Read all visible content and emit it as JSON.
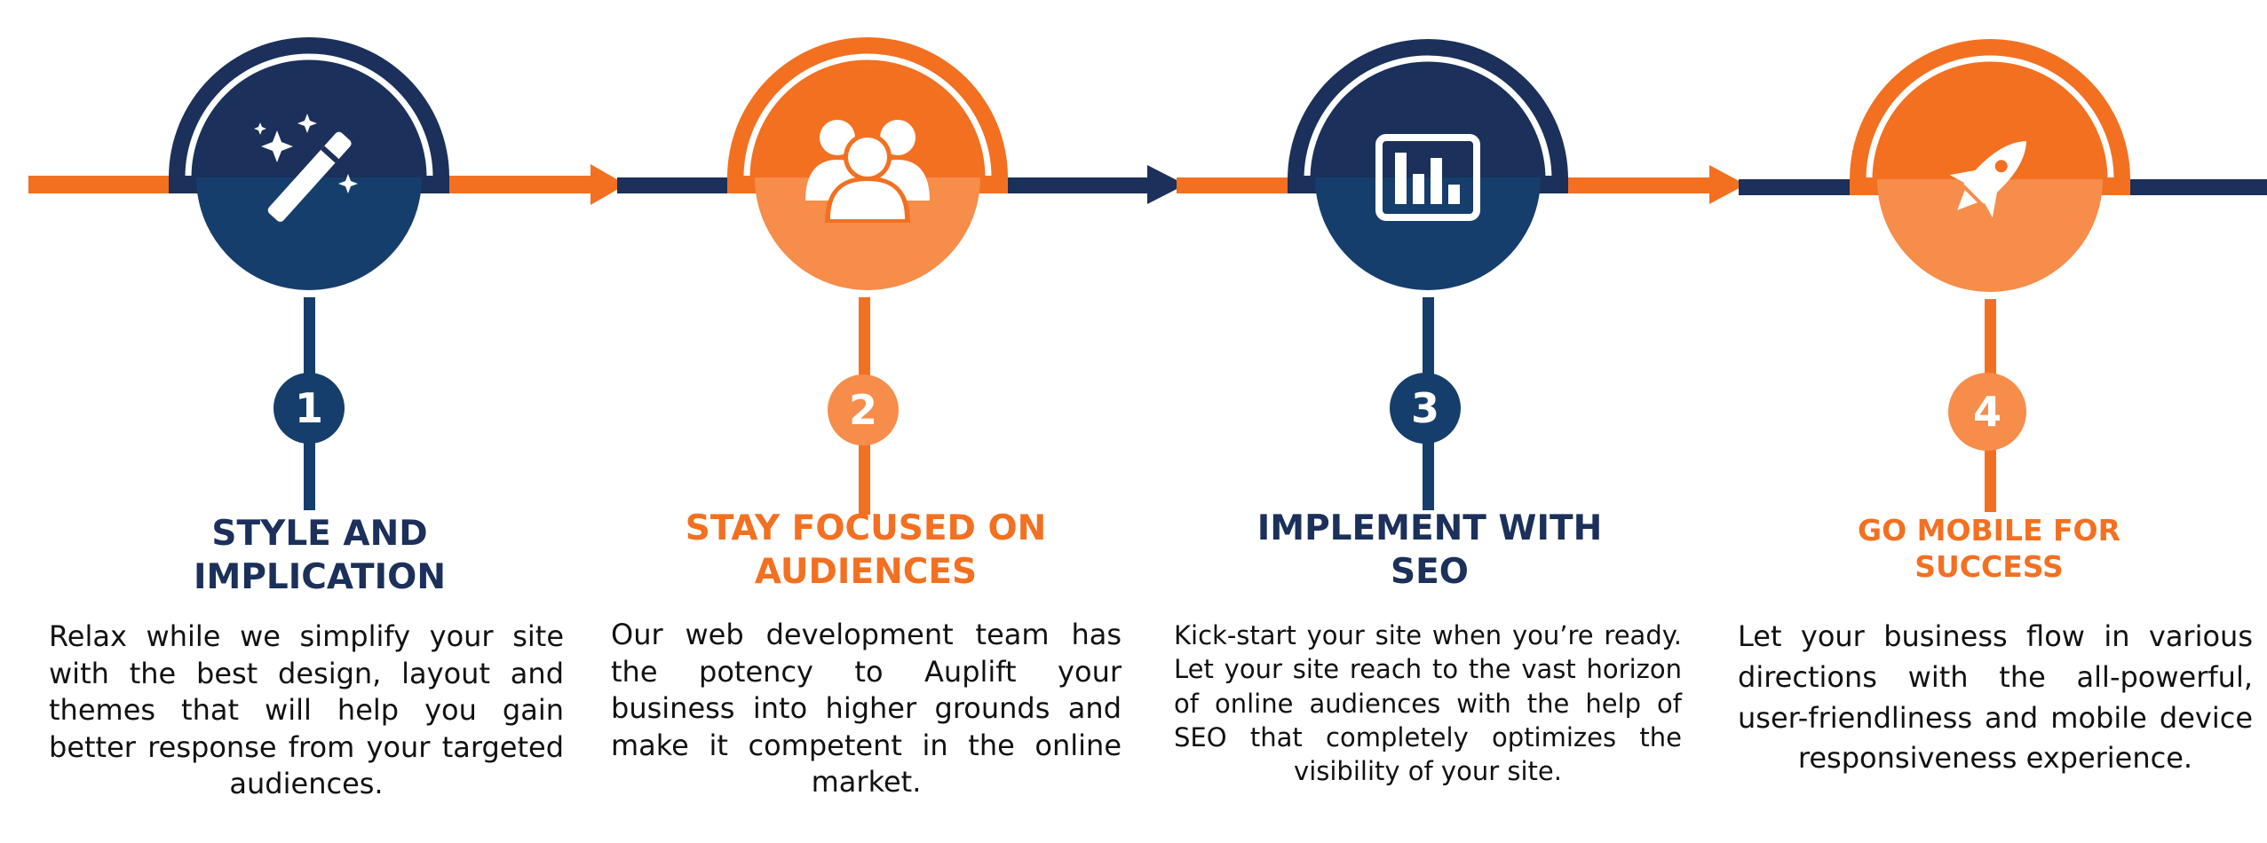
{
  "colors": {
    "navy": "#1B305A",
    "navy_light": "#163E6C",
    "orange": "#F37021",
    "orange_light": "#F68D4A",
    "white": "#FFFFFF"
  },
  "steps": [
    {
      "number": "1",
      "title": "STYLE AND\nIMPLICATION",
      "description": "Relax while we simplify your site with the best design, layout and themes that will help you gain better response from your targeted audiences.",
      "icon": "magic-wand-icon",
      "theme": "navy"
    },
    {
      "number": "2",
      "title": "STAY FOCUSED ON\nAUDIENCES",
      "description": "Our web development team has the potency to Auplift your business into higher grounds and make it competent in the online market.",
      "icon": "people-group-icon",
      "theme": "orange"
    },
    {
      "number": "3",
      "title": "IMPLEMENT WITH\nSEO",
      "description": "Kick-start your site when you’re ready. Let your site reach to the vast horizon of online audiences with the help of SEO that completely optimizes the visibility of your site.",
      "icon": "bar-chart-icon",
      "theme": "navy"
    },
    {
      "number": "4",
      "title": "GO MOBILE FOR\nSUCCESS",
      "description": "Let your business flow in various directions with the all-powerful, user-friendliness and mobile device responsiveness experience.",
      "icon": "rocket-icon",
      "theme": "orange"
    }
  ]
}
